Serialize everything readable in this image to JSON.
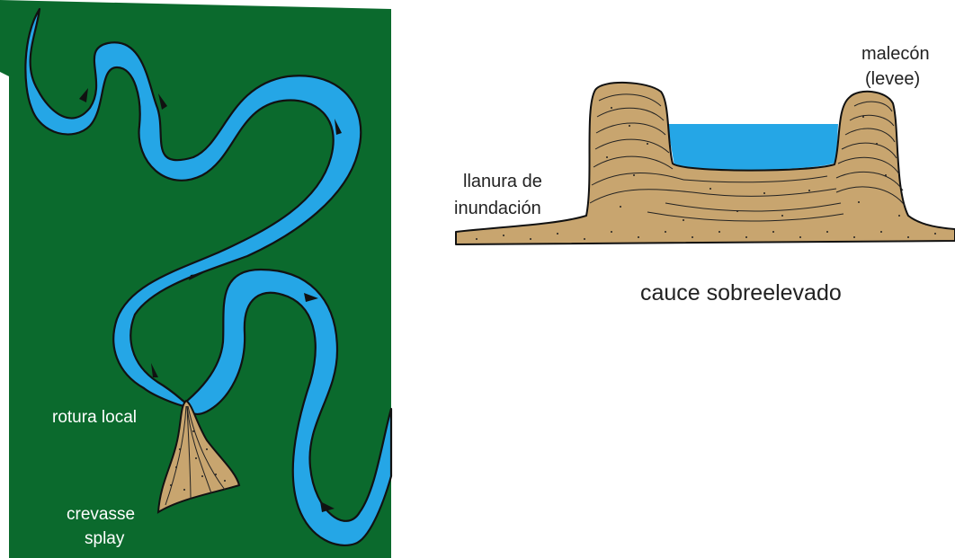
{
  "map_panel": {
    "labels": {
      "rotura": "rotura local",
      "crevasse_line1": "crevasse",
      "crevasse_line2": "splay"
    }
  },
  "section_panel": {
    "labels": {
      "llanura_line1": "llanura de",
      "llanura_line2": "inundación",
      "malecon_line1": "malecón",
      "malecon_line2": "(levee)"
    },
    "caption": "cauce sobreelevado"
  },
  "colors": {
    "floodplain": "#0b6a2d",
    "water": "#25a6e6",
    "sediment": "#c8a56f",
    "outline": "#111111",
    "label_light": "#ffffff",
    "label_dark": "#222222"
  }
}
